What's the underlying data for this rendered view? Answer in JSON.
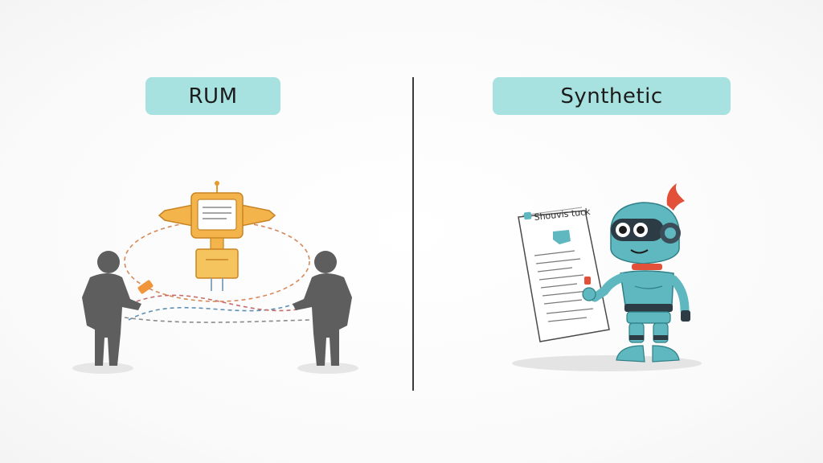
{
  "left_panel": {
    "label": "RUM"
  },
  "right_panel": {
    "label": "Synthetic",
    "document_title": "Shouvis tuck"
  },
  "colors": {
    "pill_bg": "#a8e2e0",
    "device_orange": "#f2b44b",
    "person_gray": "#5e5e5e",
    "robot_teal": "#5fb8bf",
    "robot_accent_red": "#e2503a"
  }
}
